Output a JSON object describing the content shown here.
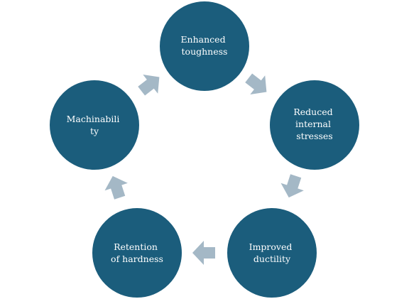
{
  "diagram": {
    "type": "cycle",
    "colors": {
      "node_fill": "#1b5d7c",
      "node_border": "#ffffff",
      "arrow_fill": "#a4b8c6",
      "label_color": "#ffffff",
      "background": "#ffffff"
    },
    "nodes": [
      {
        "id": "toughness",
        "lines": [
          "Enhanced",
          "toughness"
        ]
      },
      {
        "id": "stresses",
        "lines": [
          "Reduced",
          "internal",
          "stresses"
        ]
      },
      {
        "id": "ductility",
        "lines": [
          "Improved",
          "ductility"
        ]
      },
      {
        "id": "hardness",
        "lines": [
          "Retention",
          "of hardness"
        ]
      },
      {
        "id": "machinability",
        "lines": [
          "Machinabili",
          "ty"
        ]
      }
    ],
    "arrow_icon": "chevron-arrow"
  }
}
